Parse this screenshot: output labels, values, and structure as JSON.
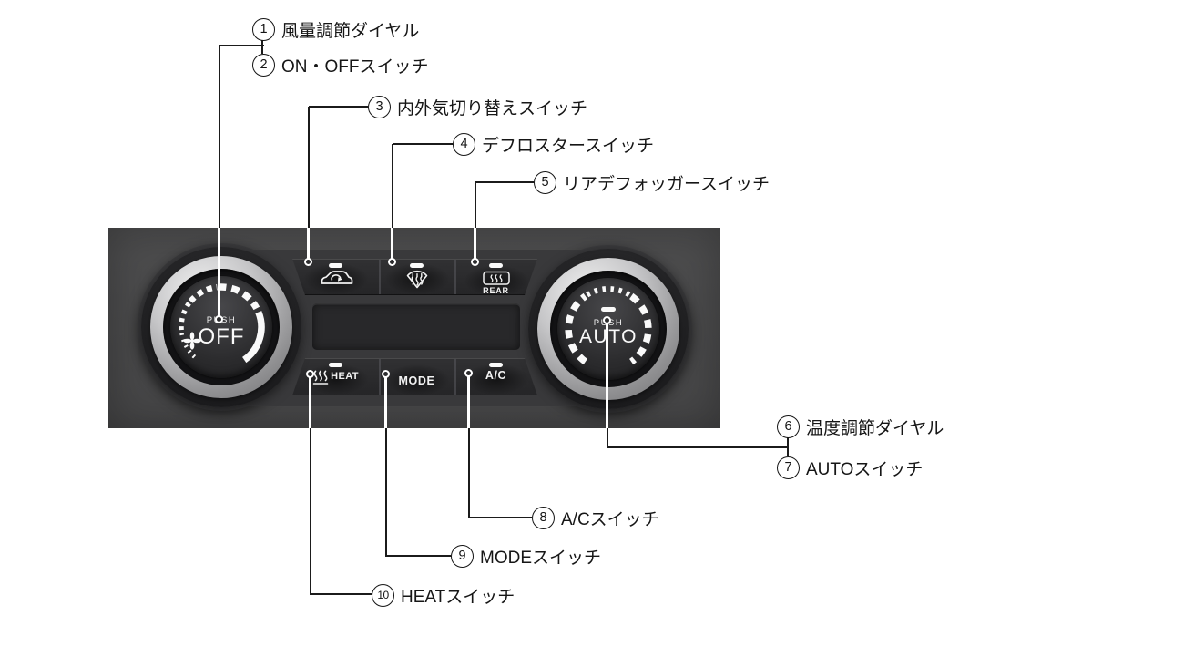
{
  "figure": {
    "callouts": [
      {
        "num": "1",
        "label": "風量調節ダイヤル"
      },
      {
        "num": "2",
        "label": "ON・OFFスイッチ"
      },
      {
        "num": "3",
        "label": "内外気切り替えスイッチ"
      },
      {
        "num": "4",
        "label": "デフロスタースイッチ"
      },
      {
        "num": "5",
        "label": "リアデフォッガースイッチ"
      },
      {
        "num": "6",
        "label": "温度調節ダイヤル"
      },
      {
        "num": "7",
        "label": "AUTOスイッチ"
      },
      {
        "num": "8",
        "label": "A/Cスイッチ"
      },
      {
        "num": "9",
        "label": "MODEスイッチ"
      },
      {
        "num": "10",
        "label": "HEATスイッチ"
      }
    ]
  },
  "panel": {
    "fan_dial": {
      "push": "PUSH",
      "main": "OFF"
    },
    "temp_dial": {
      "push": "PUSH",
      "main": "AUTO"
    },
    "rear_label": "REAR",
    "heat_label": "HEAT",
    "mode_label": "MODE",
    "ac_label": "A/C"
  },
  "colors": {
    "panel_bg": "#4a4a4b",
    "plate": "#39393b",
    "row": "#2b2b2d",
    "chrome": "#c6c6c8",
    "line": "#1b1b1b",
    "icon": "#f2f2f2"
  }
}
